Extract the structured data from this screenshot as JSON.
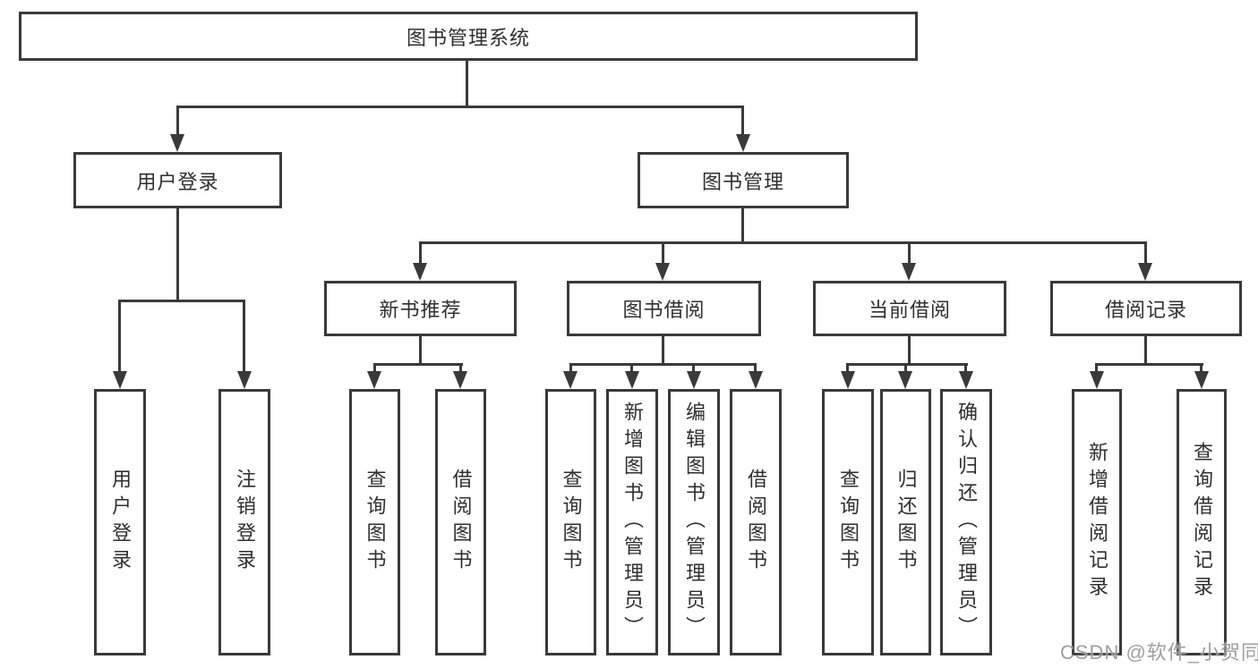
{
  "watermark": "CSDN @软件_小贺同学",
  "colors": {
    "line": "#3a3a3a",
    "text": "#2f2f2f",
    "background": "#ffffff",
    "watermark_gray": "#8a8a8a"
  },
  "tree": {
    "root": {
      "label": "图书管理系统"
    },
    "branches": [
      {
        "label": "用户登录",
        "children": [
          {
            "label": "用户登录"
          },
          {
            "label": "注销登录"
          }
        ]
      },
      {
        "label": "图书管理",
        "children": [
          {
            "label": "新书推荐",
            "children": [
              {
                "label": "查询图书"
              },
              {
                "label": "借阅图书"
              }
            ]
          },
          {
            "label": "图书借阅",
            "children": [
              {
                "label": "查询图书"
              },
              {
                "label": "新增图书（管理员）"
              },
              {
                "label": "编辑图书（管理员）"
              },
              {
                "label": "借阅图书"
              }
            ]
          },
          {
            "label": "当前借阅",
            "children": [
              {
                "label": "查询图书"
              },
              {
                "label": "归还图书"
              },
              {
                "label": "确认归还（管理员）"
              }
            ]
          },
          {
            "label": "借阅记录",
            "children": [
              {
                "label": "新增借阅记录"
              },
              {
                "label": "查询借阅记录"
              }
            ]
          }
        ]
      }
    ]
  }
}
